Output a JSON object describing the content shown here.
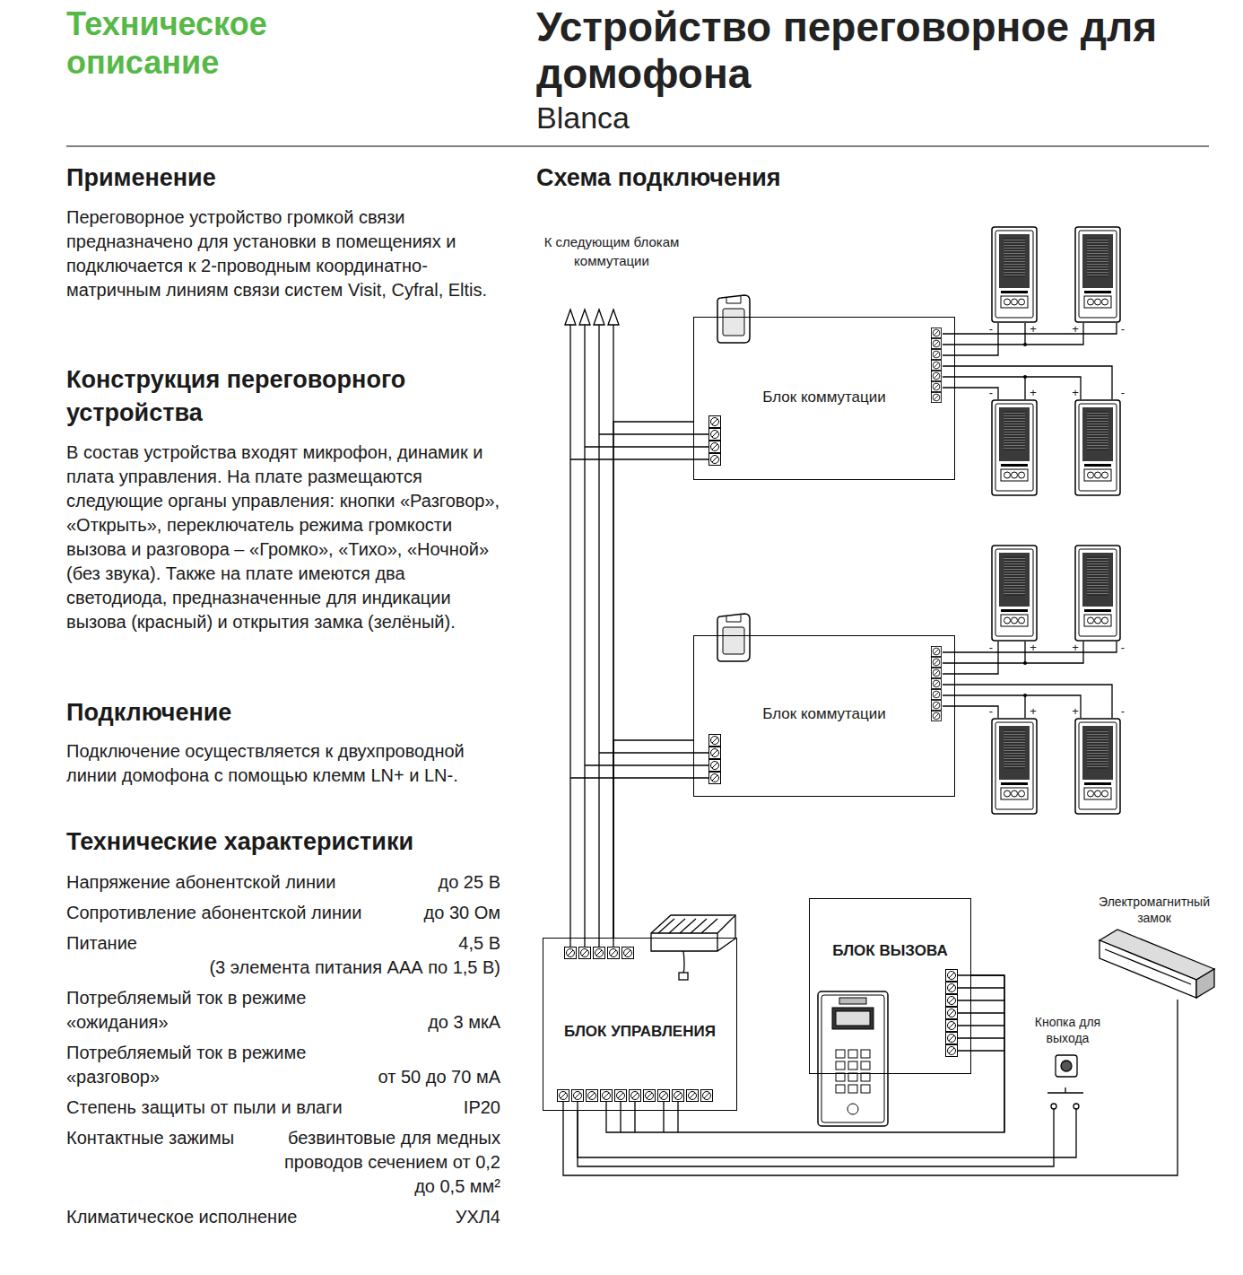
{
  "diagram": {
    "title": "Устройство переговорное для домофона",
    "nodes": [
      {
        "text": [
          "Блок коммутации"
        ]
      },
      {
        "text": [
          "Блок коммутации"
        ]
      },
      {
        "text": [
          "БЛОК УПРАВЛЕНИЯ"
        ]
      },
      {
        "text": [
          "БЛОК ВЫЗОВА"
        ]
      },
      {
        "text": [
          "Электромагнитный замок"
        ]
      },
      {
        "text": [
          "Кнопка для выхода"
        ]
      }
    ],
    "edges": [
      {
        "from": 0,
        "to": 2,
        "arrow": "none"
      },
      {
        "from": 1,
        "to": 2,
        "arrow": "none"
      },
      {
        "from": 2,
        "to": 3,
        "arrow": "none"
      },
      {
        "from": 2,
        "to": 4,
        "arrow": "none"
      },
      {
        "from": 2,
        "to": 5,
        "arrow": "none"
      }
    ],
    "labels": [
      "Техническое описание",
      "Blanca",
      "Применение",
      "Переговорное устройство громкой связи предназначено для установки в помещениях и подключается к 2-проводным координатно-матричным линиям связи систем Visit, Cyfral, Eltis.",
      "Конструкция переговорного устройства",
      "В состав устройства входят микрофон, динамик и плата управления. На плате размещаются следующие органы управления: кнопки «Разговор», «Открыть», переключатель режима громкости вызова и разговора – «Громко», «Тихо», «Ночной» (без звука). Также на плате имеются два светодиода, предназначенные для индикации вызова (красный) и открытия замка (зелёный).",
      "Подключение",
      "Подключение осуществляется к двухпроводной линии домофона с помощью клемм LN+ и LN-.",
      "Технические характеристики",
      "Напряжение абонентской линии",
      "до 25 В",
      "Сопротивление абонентской линии",
      "до 30 Ом",
      "Питание",
      "4,5 В",
      "(3 элемента питания ААА по 1,5 В)",
      "Потребляемый ток в режиме «ожидания»",
      "до 3 мкА",
      "Потребляемый ток в режиме «разговор»",
      "от 50 до 70 мА",
      "Степень защиты от пыли и влаги",
      "IP20",
      "Контактные зажимы",
      "безвинтовые для медных проводов сечением от 0,2 до 0,5 мм²",
      "Климатическое исполнение",
      "УХЛ4",
      "Схема подключения",
      "К следующим блокам коммутации",
      "-",
      "+",
      "+",
      "-",
      "-",
      "+",
      "+",
      "-",
      "-",
      "+",
      "+",
      "-",
      "-",
      "+",
      "+",
      "-"
    ]
  }
}
